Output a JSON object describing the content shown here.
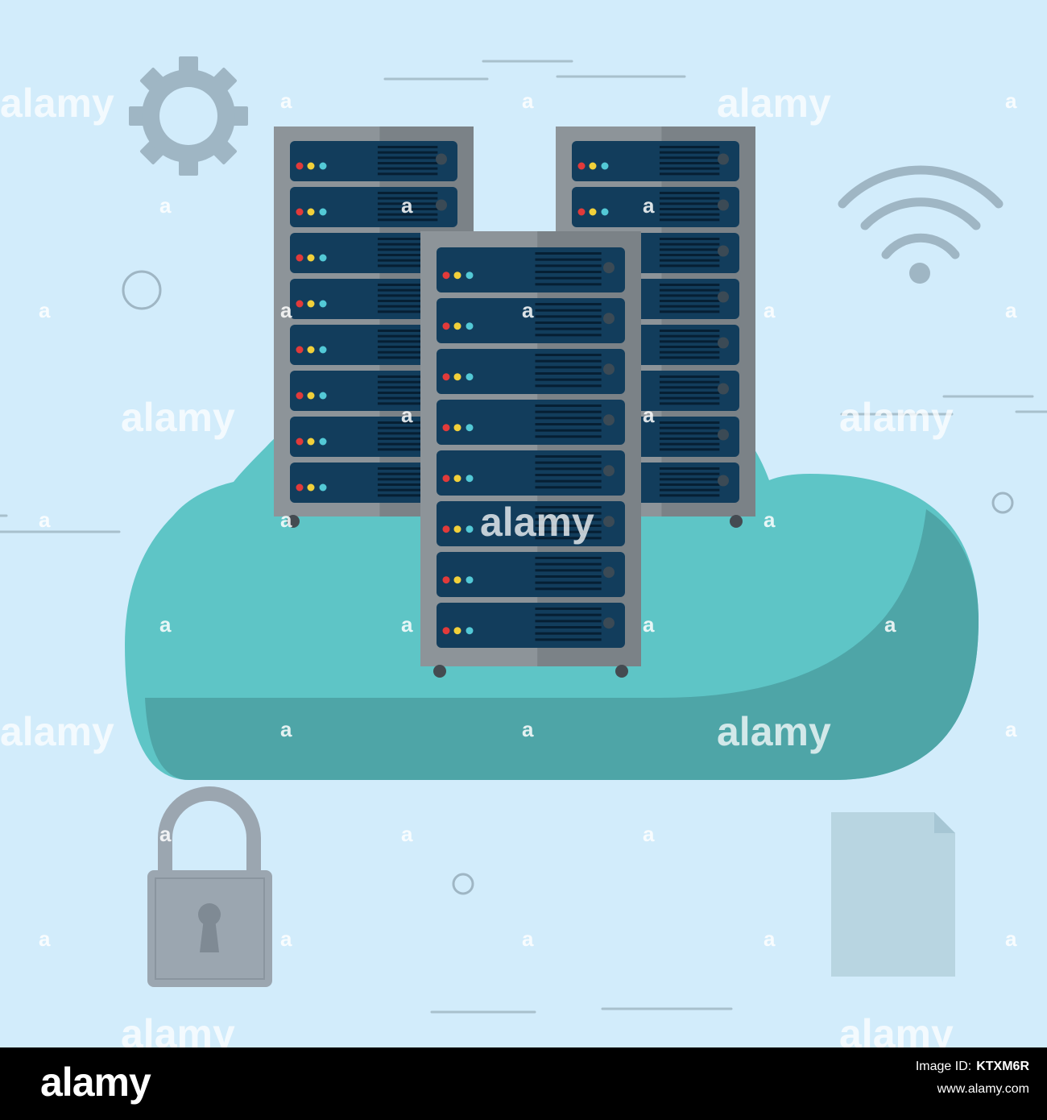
{
  "footer": {
    "brand": "alamy",
    "image_id_label": "Image ID:",
    "image_id": "KTXM6R",
    "site": "www.alamy.com"
  },
  "watermark": {
    "text": "alamy",
    "mark": "a"
  },
  "colors": {
    "background": "#d2ecfb",
    "cloud": "#5ec5c6",
    "cloud_shadow": "#4ea5a7",
    "rack_body": "#8d9499",
    "rack_body_dark": "#7b8287",
    "rack_unit": "#123d5c",
    "led_red": "#e23a3a",
    "led_yellow": "#f1d03a",
    "led_cyan": "#53c9d6",
    "icon_gray": "#9fb6c4",
    "lock_gray": "#9ba6b0",
    "file_gray": "#b8d5e1"
  }
}
